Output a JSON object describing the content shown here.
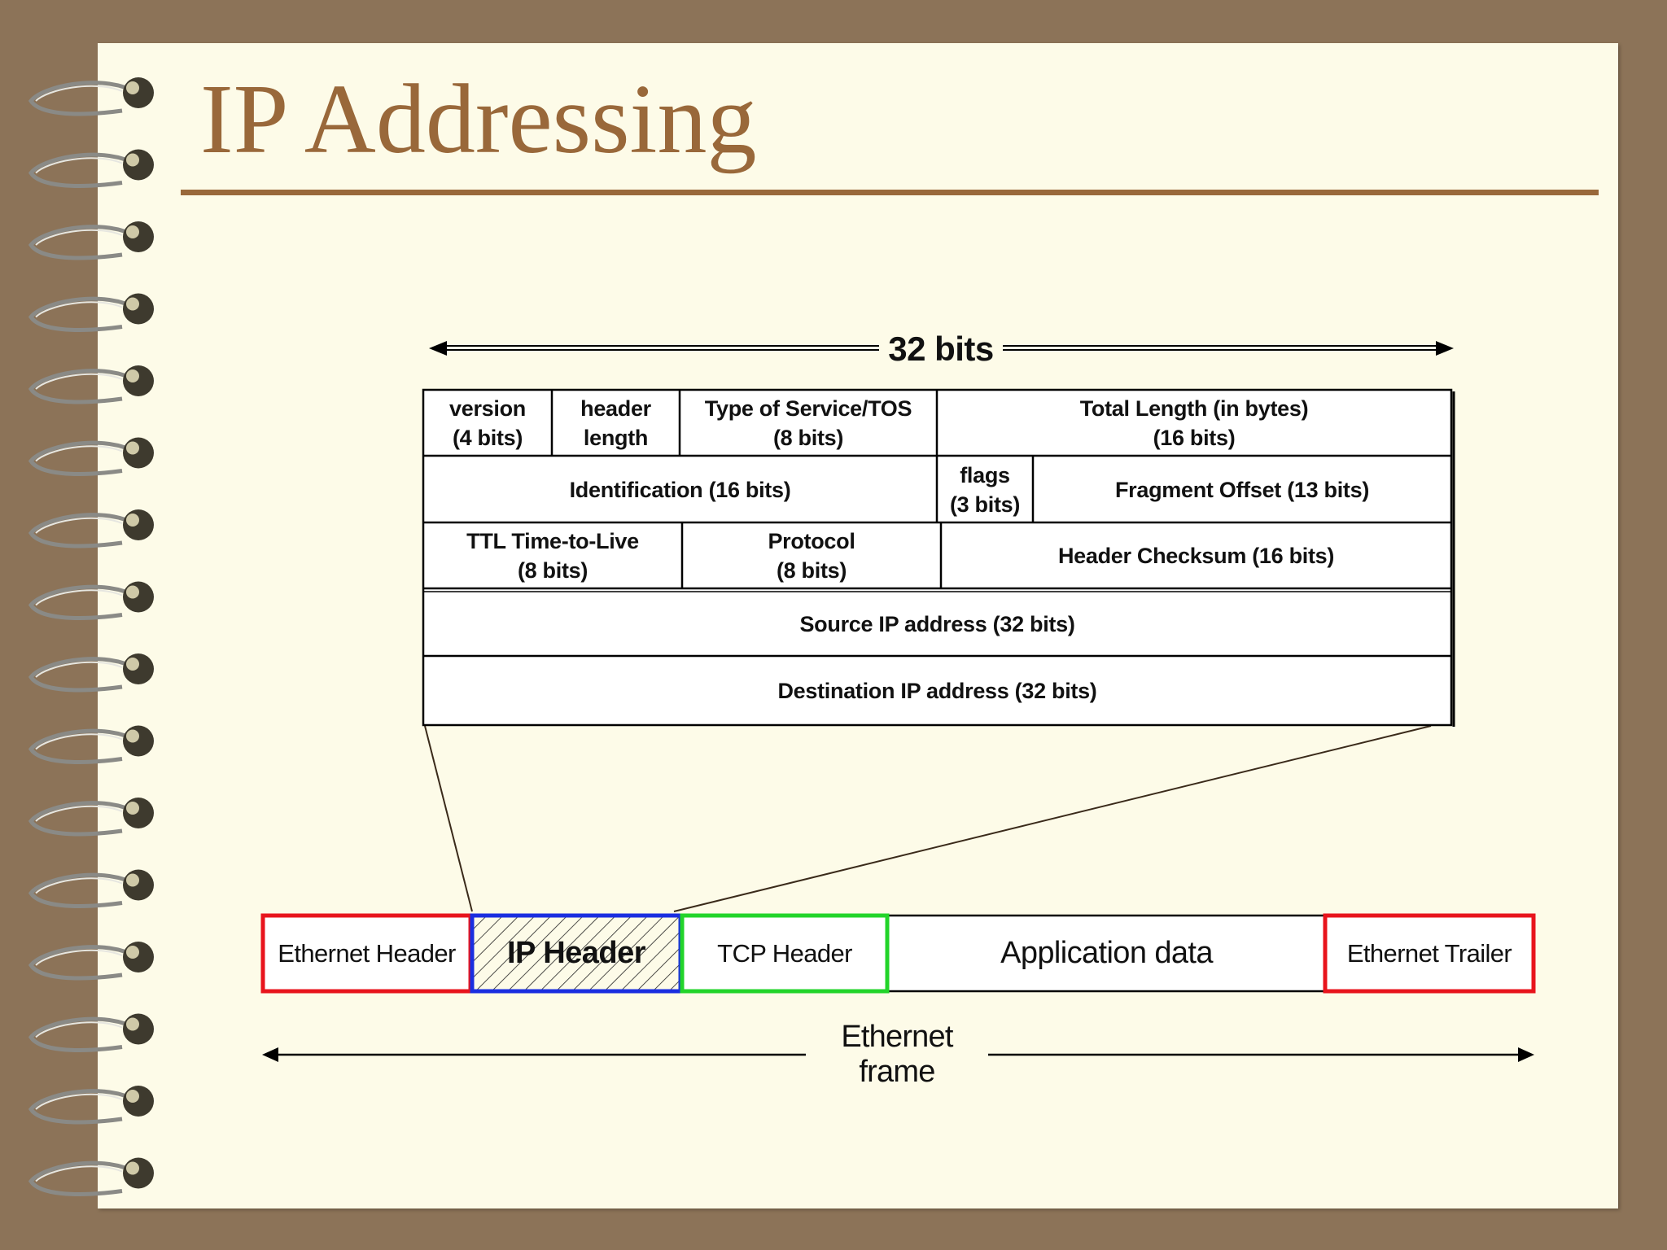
{
  "title": "IP Addressing",
  "header_width_label": "32 bits",
  "ip_header_fields": {
    "version": "version\n(4 bits)",
    "header_length": "header\nlength",
    "tos": "Type of Service/TOS\n(8 bits)",
    "total_length": "Total Length (in bytes)\n(16 bits)",
    "identification": "Identification (16 bits)",
    "flags": "flags\n(3 bits)",
    "fragment_offset": "Fragment Offset (13 bits)",
    "ttl": "TTL Time-to-Live\n(8 bits)",
    "protocol": "Protocol\n(8 bits)",
    "checksum": "Header Checksum (16 bits)",
    "source_ip": "Source IP address (32 bits)",
    "dest_ip": "Destination IP address (32 bits)"
  },
  "ethernet_frame": {
    "segments": {
      "ethernet_header": "Ethernet Header",
      "ip_header": "IP Header",
      "tcp_header": "TCP Header",
      "application_data": "Application data",
      "ethernet_trailer": "Ethernet Trailer"
    },
    "span_label": "Ethernet frame"
  },
  "colors": {
    "background": "#8c7358",
    "page": "#fdfbe8",
    "title": "#99683a",
    "ethernet_border": "#e8141c",
    "ip_border": "#1a2ee0",
    "tcp_border": "#22d42a"
  }
}
